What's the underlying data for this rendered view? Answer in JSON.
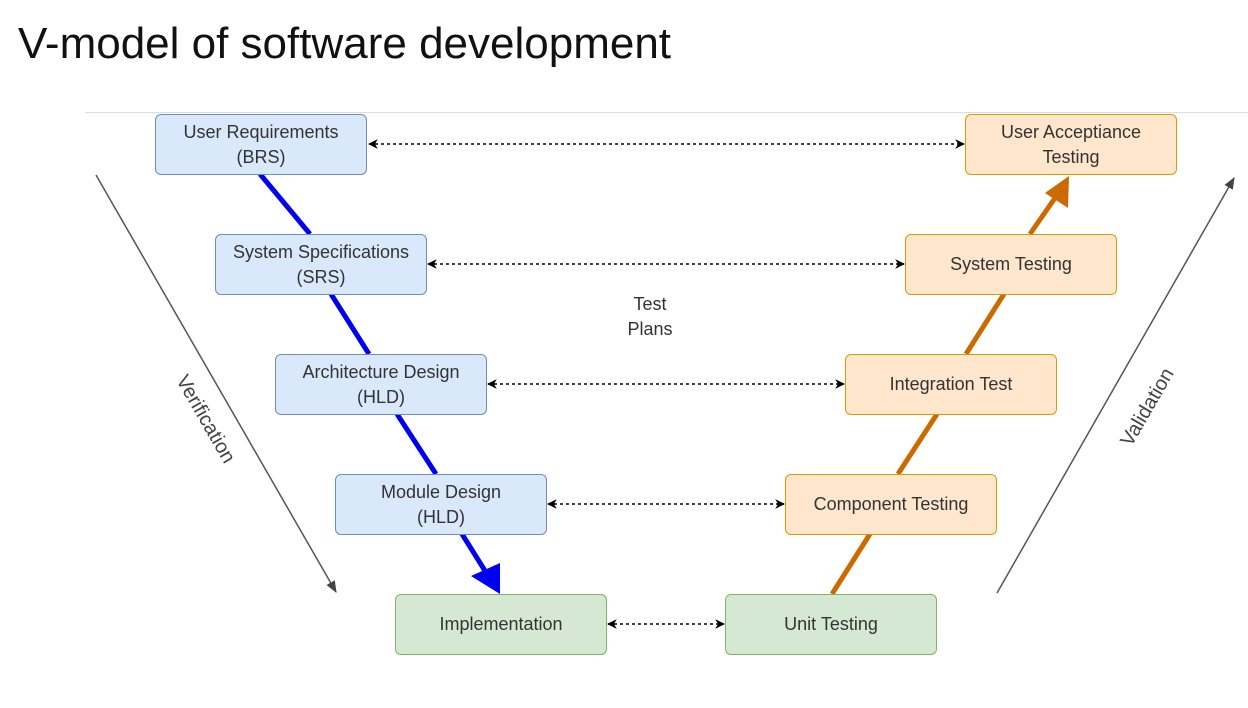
{
  "title": "V-model of software development",
  "verification_label": "Verification",
  "validation_label": "Validation",
  "center_label": {
    "line1": "Test",
    "line2": "Plans"
  },
  "left_boxes": [
    {
      "line1": "User Requirements",
      "line2": "(BRS)"
    },
    {
      "line1": "System Specifications",
      "line2": "(SRS)"
    },
    {
      "line1": "Architecture Design",
      "line2": "(HLD)"
    },
    {
      "line1": "Module Design",
      "line2": "(HLD)"
    }
  ],
  "right_boxes": [
    {
      "line1": "User Acceptiance",
      "line2": "Testing"
    },
    {
      "line1": "System Testing"
    },
    {
      "line1": "Integration Test"
    },
    {
      "line1": "Component Testing"
    }
  ],
  "bottom_boxes": {
    "implementation": "Implementation",
    "unit_testing": "Unit Testing"
  },
  "colors": {
    "verification_path": "#0000ee",
    "validation_path": "#cc6a00",
    "blue_fill": "#dae8fc",
    "orange_fill": "#ffe6cc",
    "green_fill": "#d5e8d4"
  }
}
